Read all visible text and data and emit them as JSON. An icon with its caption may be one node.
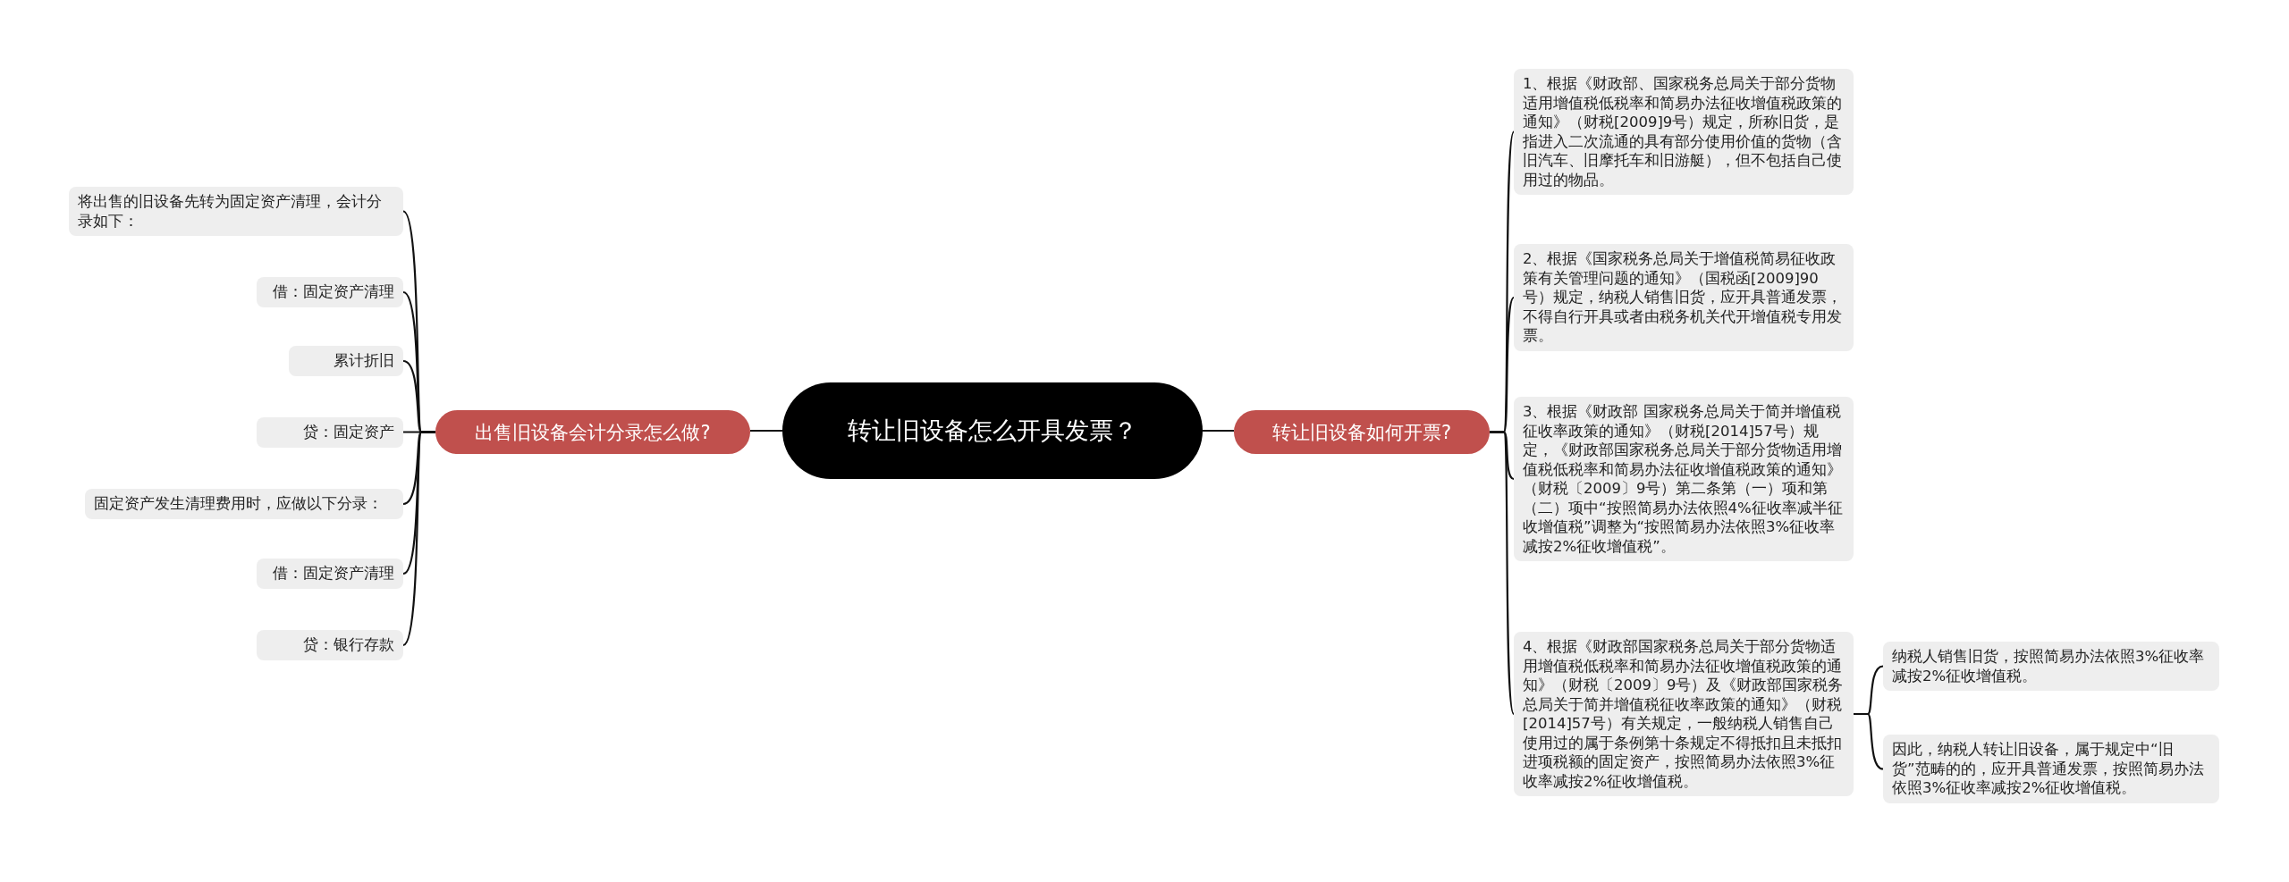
{
  "diagram": {
    "nodes": [
      {
        "text": [
          "转让旧设备怎么开具发票？"
        ]
      },
      {
        "text": [
          "出售旧设备会计分录怎么做?"
        ]
      },
      {
        "text": [
          "将出售的旧设备先转为固定资产清理，会计分录如下："
        ]
      },
      {
        "text": [
          "借：固定资产清理"
        ]
      },
      {
        "text": [
          "累计折旧"
        ]
      },
      {
        "text": [
          "贷：固定资产"
        ]
      },
      {
        "text": [
          "固定资产发生清理费用时，应做以下分录："
        ]
      },
      {
        "text": [
          "借：固定资产清理"
        ]
      },
      {
        "text": [
          "贷：银行存款"
        ]
      },
      {
        "text": [
          "转让旧设备如何开票?"
        ]
      },
      {
        "text": [
          "1、根据《财政部、国家税务总局关于部分货物适用增值税低税率和简易办法征收增值税政策的通知》（财税[2009]9号）规定，所称旧货，是指进入二次流通的具有部分使用价值的货物（含旧汽车、旧摩托车和旧游艇），但不包括自己使用过的物品。"
        ]
      },
      {
        "text": [
          "2、根据《国家税务总局关于增值税简易征收政策有关管理问题的通知》（国税函[2009]90号）规定，纳税人销售旧货，应开具普通发票，不得自行开具或者由税务机关代开增值税专用发票。"
        ]
      },
      {
        "text": [
          "3、根据《财政部 国家税务总局关于简并增值税征收率政策的通知》（财税[2014]57号）规定，《财政部国家税务总局关于部分货物适用增值税低税率和简易办法征收增值税政策的通知》（财税〔2009〕9号）第二条第（一）项和第（二）项中“按照简易办法依照4%征收率减半征收增值税”调整为“按照简易办法依照3%征收率减按2%征收增值税”。"
        ]
      },
      {
        "text": [
          "4、根据《财政部国家税务总局关于部分货物适用增值税低税率和简易办法征收增值税政策的通知》（财税〔2009〕9号）及《财政部国家税务总局关于简并增值税征收率政策的通知》（财税[2014]57号）有关规定，一般纳税人销售自己使用过的属于条例第十条规定不得抵扣且未抵扣进项税额的固定资产，按照简易办法依照3%征收率减按2%征收增值税。"
        ]
      },
      {
        "text": [
          "纳税人销售旧货，按照简易办法依照3%征收率减按2%征收增值税。"
        ]
      },
      {
        "text": [
          "因此，纳税人转让旧设备，属于规定中“旧货”范畴的的，应开具普通发票，按照简易办法依照3%征收率减按2%征收增值税。"
        ]
      }
    ],
    "edges": [
      {
        "from": 0,
        "to": 1,
        "arrow": "none"
      },
      {
        "from": 1,
        "to": 2,
        "arrow": "none"
      },
      {
        "from": 1,
        "to": 3,
        "arrow": "none"
      },
      {
        "from": 1,
        "to": 4,
        "arrow": "none"
      },
      {
        "from": 1,
        "to": 5,
        "arrow": "none"
      },
      {
        "from": 1,
        "to": 6,
        "arrow": "none"
      },
      {
        "from": 1,
        "to": 7,
        "arrow": "none"
      },
      {
        "from": 1,
        "to": 8,
        "arrow": "none"
      },
      {
        "from": 0,
        "to": 9,
        "arrow": "none"
      },
      {
        "from": 9,
        "to": 10,
        "arrow": "none"
      },
      {
        "from": 9,
        "to": 11,
        "arrow": "none"
      },
      {
        "from": 9,
        "to": 12,
        "arrow": "none"
      },
      {
        "from": 9,
        "to": 13,
        "arrow": "none"
      },
      {
        "from": 13,
        "to": 14,
        "arrow": "none"
      },
      {
        "from": 13,
        "to": 15,
        "arrow": "none"
      }
    ]
  }
}
